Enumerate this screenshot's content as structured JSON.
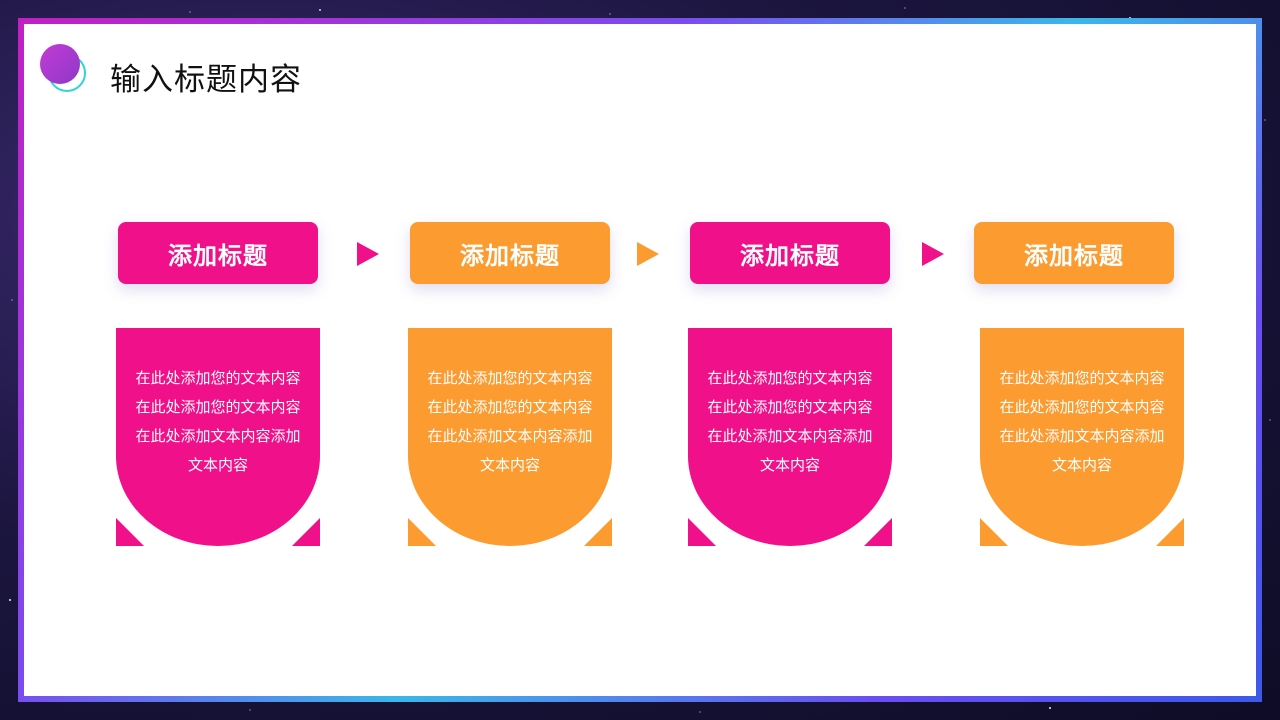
{
  "header": {
    "title": "输入标题内容"
  },
  "colors": {
    "pink": "#f0108a",
    "orange": "#fb9b30",
    "logo_dot": "#c43bd6",
    "logo_ring": "#2fd3d8"
  },
  "steps": [
    {
      "title": "添加标题",
      "color": "pink",
      "text": "在此处添加您的文本内容在此处添加您的文本内容在此处添加文本内容添加文本内容"
    },
    {
      "title": "添加标题",
      "color": "orange",
      "text": "在此处添加您的文本内容在此处添加您的文本内容在此处添加文本内容添加文本内容"
    },
    {
      "title": "添加标题",
      "color": "pink",
      "text": "在此处添加您的文本内容在此处添加您的文本内容在此处添加文本内容添加文本内容"
    },
    {
      "title": "添加标题",
      "color": "orange",
      "text": "在此处添加您的文本内容在此处添加您的文本内容在此处添加文本内容添加文本内容"
    }
  ],
  "arrows": [
    {
      "icon": "triangle-right-icon",
      "color": "pink"
    },
    {
      "icon": "triangle-right-icon",
      "color": "orange"
    },
    {
      "icon": "triangle-right-icon",
      "color": "pink"
    }
  ]
}
